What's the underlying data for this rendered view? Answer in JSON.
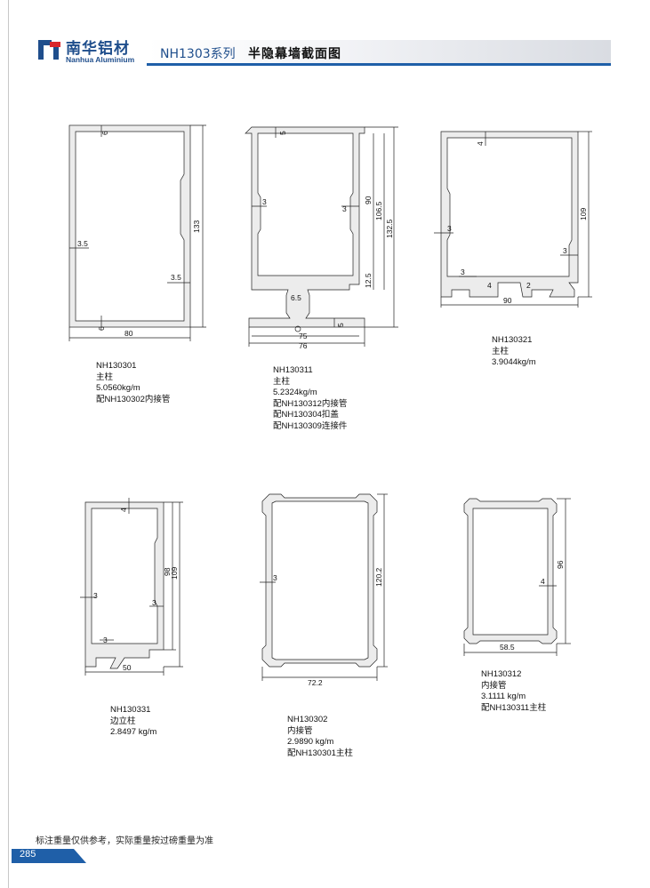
{
  "brand": {
    "name_cn": "南华铝材",
    "name_en": "Nanhua Aluminium",
    "color": "#1f4e8c"
  },
  "header": {
    "series": "NH1303系列",
    "title": "半隐幕墙截面图",
    "accent": "#1f5fa8"
  },
  "profiles": {
    "p1": {
      "code": "NH130301",
      "name": "主柱",
      "weight": "5.0560kg/m",
      "note1": "配NH130302内接管",
      "dims": {
        "width": "80",
        "height": "133",
        "wall_top": "6",
        "wall_bottom": "6",
        "wall_left": "3.5",
        "wall_right": "3.5"
      }
    },
    "p2": {
      "code": "NH130311",
      "name": "主柱",
      "weight": "5.2324kg/m",
      "note1": "配NH130312内接管",
      "note2": "配NH130304扣盖",
      "note3": "配NH130309连接件",
      "dims": {
        "top": "5",
        "left": "3",
        "right": "3",
        "inner": "90",
        "mid": "106.5",
        "total": "132.5",
        "h1": "12.5",
        "web": "6.5",
        "w1": "75",
        "w2": "76",
        "base": "5"
      }
    },
    "p3": {
      "code": "NH130321",
      "name": "主柱",
      "weight": "3.9044kg/m",
      "dims": {
        "top": "4",
        "left": "3",
        "right": "3",
        "bottom": "3",
        "height": "109",
        "width": "90",
        "n1": "4",
        "n2": "2"
      }
    },
    "p4": {
      "code": "NH130331",
      "name": "边立柱",
      "weight": "2.8497 kg/m",
      "dims": {
        "top": "4",
        "left": "3",
        "right": "3",
        "bottom": "3",
        "inner": "98",
        "total": "109",
        "width": "50"
      }
    },
    "p5": {
      "code": "NH130302",
      "name": "内接管",
      "weight": "2.9890 kg/m",
      "note1": "配NH130301主柱",
      "dims": {
        "wall": "3",
        "height": "120.2",
        "width": "72.2"
      }
    },
    "p6": {
      "code": "NH130312",
      "name": "内接管",
      "weight": "3.1111 kg/m",
      "note1": "配NH130311主柱",
      "dims": {
        "wall": "4",
        "height": "96",
        "width": "58.5"
      }
    }
  },
  "footer": {
    "note": "标注重量仅供参考，实际重量按过磅重量为准",
    "page": "285"
  }
}
